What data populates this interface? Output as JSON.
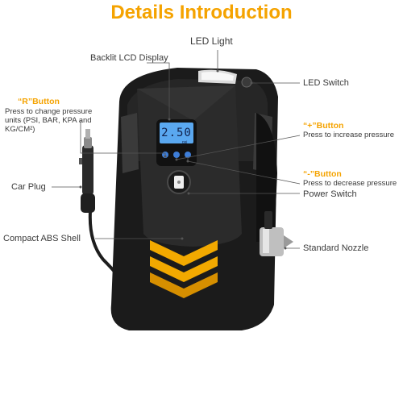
{
  "title": "Details Introduction",
  "labels": {
    "led_light": "LED Light",
    "lcd_display": "Backlit LCD Display",
    "led_switch": "LED Switch",
    "r_button": "“R”Button",
    "r_button_desc": "Press to change pressure units (PSI, BAR, KPA and KG/CM²)",
    "plus_button": "“+”Button",
    "plus_button_desc": "Press to increase pressure",
    "minus_button": "“-”Button",
    "minus_button_desc": "Press to decrease pressure",
    "power_switch": "Power Switch",
    "car_plug": "Car Plug",
    "abs_shell": "Compact ABS Shell",
    "nozzle": "Standard Nozzle"
  },
  "display": {
    "reading": "2.50",
    "unit": "psi"
  },
  "colors": {
    "accent": "#f5a300",
    "body": "#1b1b1b",
    "lcd": "#5aa8f0",
    "chevron": "#f2a900"
  }
}
